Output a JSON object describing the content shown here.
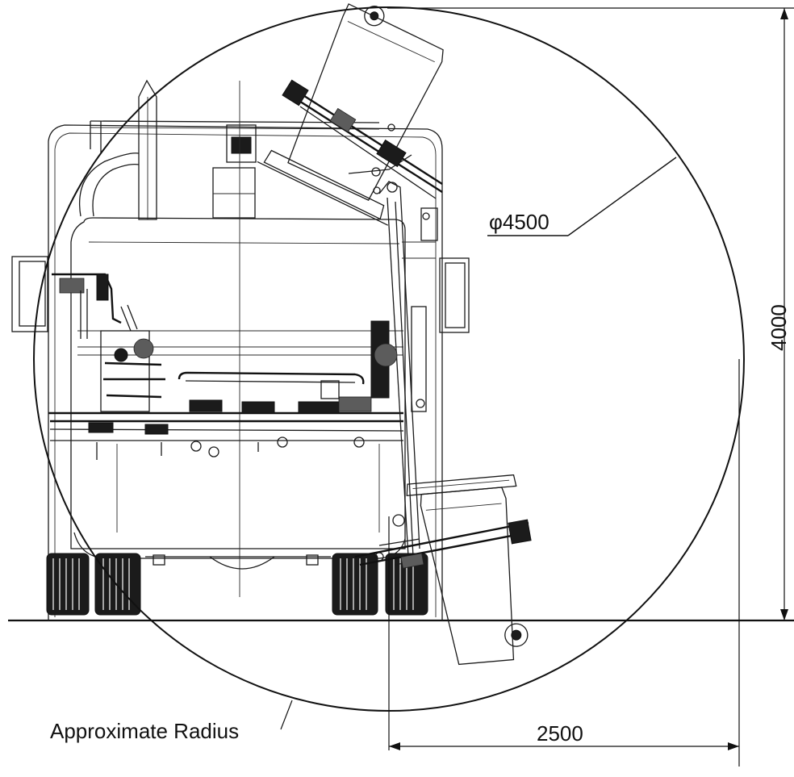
{
  "dimensions": {
    "diameter_label": "φ4500",
    "height_label": "4000",
    "reach_label": "2500",
    "radius_note": "Approximate Radius"
  },
  "colors": {
    "line": "#1a1a1a",
    "background": "#ffffff"
  }
}
